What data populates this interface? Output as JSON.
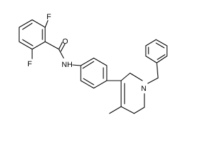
{
  "molecule": {
    "atoms": {
      "f_top": "F",
      "f_bottom": "F",
      "o": "O",
      "nh": "NH",
      "n": "N"
    }
  }
}
